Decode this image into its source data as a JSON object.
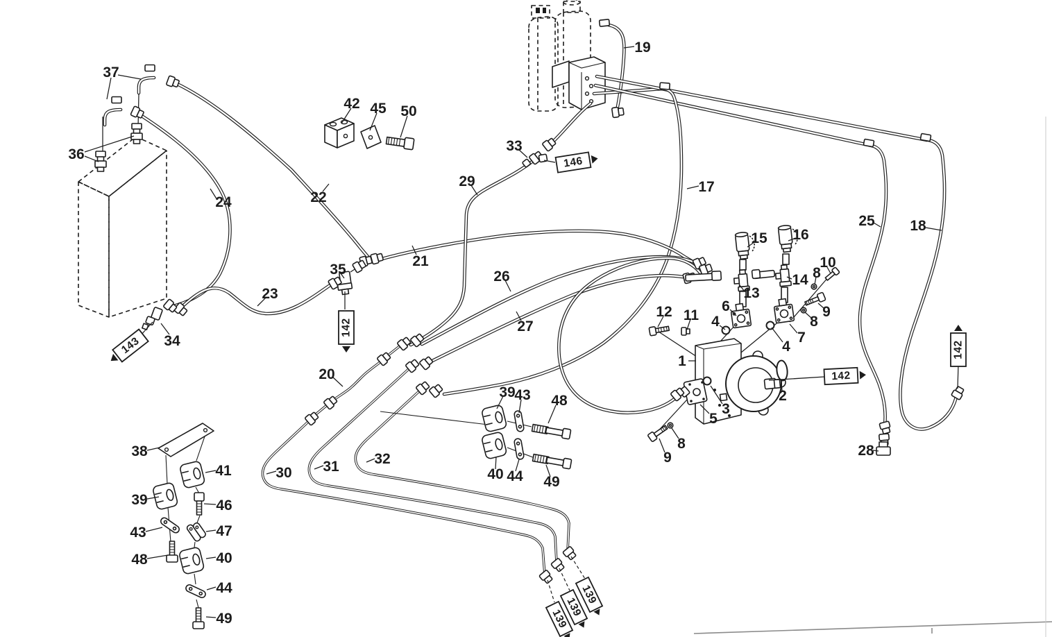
{
  "meta": {
    "ink": "#1c1c1c",
    "paper": "#ffffff",
    "page_edge": "#8a8a8a"
  },
  "labels": {
    "n1": "1",
    "n2": "2",
    "n3": "3",
    "n4": "4",
    "n5": "5",
    "n6": "6",
    "n7": "7",
    "n8": "8",
    "n9": "9",
    "n10": "10",
    "n11": "11",
    "n12": "12",
    "n13": "13",
    "n14": "14",
    "n15": "15",
    "n16": "16",
    "n17": "17",
    "n18": "18",
    "n19": "19",
    "n20": "20",
    "n21": "21",
    "n22": "22",
    "n23": "23",
    "n24": "24",
    "n25": "25",
    "n26": "26",
    "n27": "27",
    "n28": "28",
    "n29": "29",
    "n30": "30",
    "n31": "31",
    "n32": "32",
    "n33": "33",
    "n34": "34",
    "n35": "35",
    "n36": "36",
    "n37": "37",
    "n38": "38",
    "n39": "39",
    "n40": "40",
    "n41": "41",
    "n42": "42",
    "n43": "43",
    "n44": "44",
    "n45": "45",
    "n46": "46",
    "n47": "47",
    "n48": "48",
    "n49": "49",
    "n50": "50"
  },
  "tags": {
    "t139": "139",
    "t142": "142",
    "t143": "143",
    "t146": "146"
  }
}
